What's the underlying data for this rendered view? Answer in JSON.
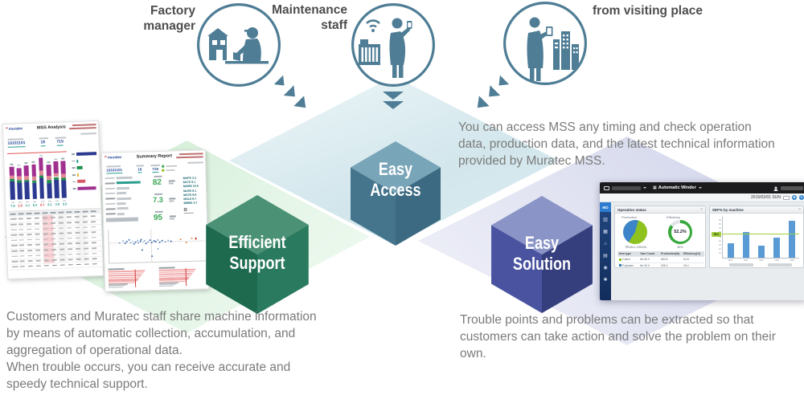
{
  "colors": {
    "steel_blue": "#4e7d95",
    "paragraph_gray": "#7b7b7b",
    "label_gray": "#4d4d4d",
    "pie_green": "#8dc21f",
    "pie_blue": "#3d85c8",
    "gauge_green": "#37a93c",
    "bar_blue": "#5b9bd5",
    "target_green": "#9fce3a"
  },
  "personas": [
    {
      "label": "Factory manager"
    },
    {
      "label": "Maintenance\nstaff"
    },
    {
      "label": "from visiting place"
    }
  ],
  "cubes": [
    {
      "line1": "Efficient",
      "line2": "Support",
      "faces": {
        "top": "#4b9176",
        "left": "#1d6a4f",
        "right": "#297a5e"
      }
    },
    {
      "line1": "Easy",
      "line2": "Access",
      "faces": {
        "top": "#79a5b8",
        "left": "#45758d",
        "right": "#3b6a82"
      }
    },
    {
      "line1": "Easy",
      "line2": "Solution",
      "faces": {
        "top": "#8a94c6",
        "left": "#4953a0",
        "right": "#353f7e"
      }
    }
  ],
  "paragraphs": {
    "access": "You can access MSS any timing and check operation data, production data, and the latest technical information provided by Muratec MSS.",
    "support": "Customers and Muratec staff share machine information by means of automatic collection, accumulation, and aggregation of operational data.\nWhen trouble occurs, you can receive accurate and speedy technical support.",
    "solution": "Trouble points and problems can be extracted so that customers can take action and solve the problem on their own."
  },
  "reports": {
    "logo": "muratec",
    "analysis": {
      "title": "MSS Analysis",
      "stats": [
        "10101101",
        "18",
        "719"
      ],
      "stacked_bars": {
        "navy": [
          44,
          40,
          42,
          38,
          50,
          36,
          45,
          43
        ],
        "green": [
          6,
          6,
          5,
          6,
          6,
          8,
          6,
          5
        ],
        "pink": [
          8,
          10,
          8,
          9,
          12,
          9,
          8,
          10
        ],
        "magenta": [
          21,
          20,
          26,
          30,
          30,
          28,
          29,
          31
        ]
      },
      "stack_colors": {
        "navy": "#2b3990",
        "green": "#1e8e4e",
        "pink": "#e08795",
        "magenta": "#a0308f"
      },
      "row_values": [
        "7.8",
        "2.8",
        "4.1",
        "6.2",
        "8.7",
        "6.1",
        "3.8",
        "5.9"
      ],
      "row_colors": [
        "#2a9d8f",
        "#d64545",
        "#2a9d8f",
        "#2a9d8f",
        "#d64545",
        "#2a9d8f",
        "#2a9d8f",
        "#2a9d8f"
      ],
      "hbars": [
        {
          "c": "#2b3990",
          "w": 92
        },
        {
          "c": "#2a9d8f",
          "w": 8
        },
        {
          "c": "#1e8e4e",
          "w": 25
        },
        {
          "c": "#e0b830",
          "w": 10
        },
        {
          "c": "#d65a6a",
          "w": 36
        },
        {
          "c": "#a0308f",
          "w": 85
        }
      ],
      "table_rows": 10
    },
    "summary": {
      "title": "Summary Report",
      "stats": [
        "10101101",
        "18",
        "719"
      ],
      "left_bars": [
        {
          "w": 20,
          "c": "#c3c9cd"
        },
        {
          "w": 30,
          "c": "#2a9d8f"
        },
        {
          "w": 16,
          "c": "#c3c9cd"
        },
        {
          "w": 12,
          "c": "#c3c9cd"
        },
        {
          "w": 18,
          "c": "#c3c9cd"
        },
        {
          "w": 11,
          "c": "#c3c9cd"
        },
        {
          "w": 14,
          "c": "#c3c9cd"
        },
        {
          "w": 9,
          "c": "#c3c9cd"
        }
      ],
      "big_numbers": [
        "82",
        "7.3",
        "95"
      ],
      "machines": [
        "MUPS 3.3",
        "MLTS 8.1",
        "MUMS 10.6",
        "MLBS 8.1",
        "MSYS 8.8",
        "MSLS 8.7",
        "MBMS 2.7"
      ],
      "scatter": {
        "blue": [
          [
            10,
            38
          ],
          [
            14,
            32
          ],
          [
            16,
            40
          ],
          [
            18,
            35
          ],
          [
            20,
            30
          ],
          [
            22,
            38
          ],
          [
            24,
            33
          ],
          [
            25,
            42
          ],
          [
            27,
            36
          ],
          [
            29,
            31
          ],
          [
            30,
            40
          ],
          [
            32,
            35
          ],
          [
            33,
            29
          ],
          [
            35,
            38
          ],
          [
            36,
            33
          ],
          [
            38,
            41
          ],
          [
            40,
            36
          ],
          [
            42,
            31
          ],
          [
            44,
            39
          ],
          [
            46,
            34
          ],
          [
            48,
            37
          ],
          [
            50,
            32
          ],
          [
            52,
            40
          ],
          [
            55,
            35
          ],
          [
            58,
            38
          ],
          [
            61,
            34
          ],
          [
            64,
            37
          ],
          [
            34,
            62
          ],
          [
            44,
            80
          ],
          [
            50,
            58
          ]
        ],
        "orange": [
          [
            74,
            32
          ],
          [
            80,
            42
          ],
          [
            86,
            30
          ]
        ],
        "red": [
          [
            90,
            30
          ]
        ]
      },
      "bottom_bars": {
        "red": [
          92,
          89,
          87,
          84,
          81,
          79,
          76,
          73,
          70,
          66
        ],
        "gray": [
          48,
          42,
          36
        ],
        "line_x": 66
      }
    }
  },
  "dashboard": {
    "machine_selector": "Automatic Winder",
    "toolbar_date": "2015/02/01 SUN",
    "logo": "MO",
    "sidebar_icons": [
      {
        "name": "dashboard-icon",
        "glyph": "▥"
      },
      {
        "name": "machines-icon",
        "glyph": "▦"
      },
      {
        "name": "home-icon",
        "glyph": "⌂"
      },
      {
        "name": "reports-icon",
        "glyph": "▤"
      },
      {
        "name": "users-icon",
        "glyph": "◉"
      },
      {
        "name": "settings-icon",
        "glyph": "✱"
      }
    ],
    "panels": [
      {
        "title": "Operation status",
        "close": "×"
      },
      {
        "title": "SEF% by machine",
        "close": "×"
      }
    ],
    "operation": {
      "production_label": "Production",
      "efficiency_label": "Efficiency",
      "pie_caption": "PRLB=1,199.5 lb",
      "gauge_value": "52.2%",
      "gauge_caption": "50%",
      "table": {
        "headers": [
          "Item type",
          "Yarn Count",
          "Production(lb)",
          "Efficiency(%)"
        ],
        "rows": [
          {
            "swatch": "#8dc21f",
            "cells": [
              "Cotton",
              "Ne 50.0",
              "650.8",
              "54.8"
            ]
          },
          {
            "swatch": "#2e75b6",
            "cells": [
              "Polyester",
              "Ne 30.0",
              "535.4",
              "49.4"
            ]
          }
        ]
      }
    }
  },
  "chart_data": [
    {
      "type": "pie",
      "title": "Production",
      "slices": [
        {
          "label": "Cotton",
          "value": 55,
          "color": "#8dc21f"
        },
        {
          "label": "Polyester",
          "value": 45,
          "color": "#3d85c8"
        }
      ],
      "caption": "PRLB=1,199.5 lb"
    },
    {
      "type": "donut-gauge",
      "title": "Efficiency",
      "value": 52.2,
      "display": "52.2%",
      "ring_percent": 85,
      "caption": "50%",
      "ring_color": "#37a93c"
    },
    {
      "type": "bar",
      "title": "SEF% by machine",
      "categories": [
        "M01",
        "M02",
        "M03",
        "M04",
        "M05"
      ],
      "values": [
        35,
        62,
        28,
        48,
        88
      ],
      "target": 55,
      "target_label": "55.0",
      "ylim": [
        0,
        100
      ],
      "yticks": [
        10,
        20,
        30,
        40,
        50,
        60,
        70,
        80,
        90
      ],
      "bar_color": "#5b9bd5",
      "target_color": "#9fce3a",
      "legend_position": "none"
    }
  ]
}
